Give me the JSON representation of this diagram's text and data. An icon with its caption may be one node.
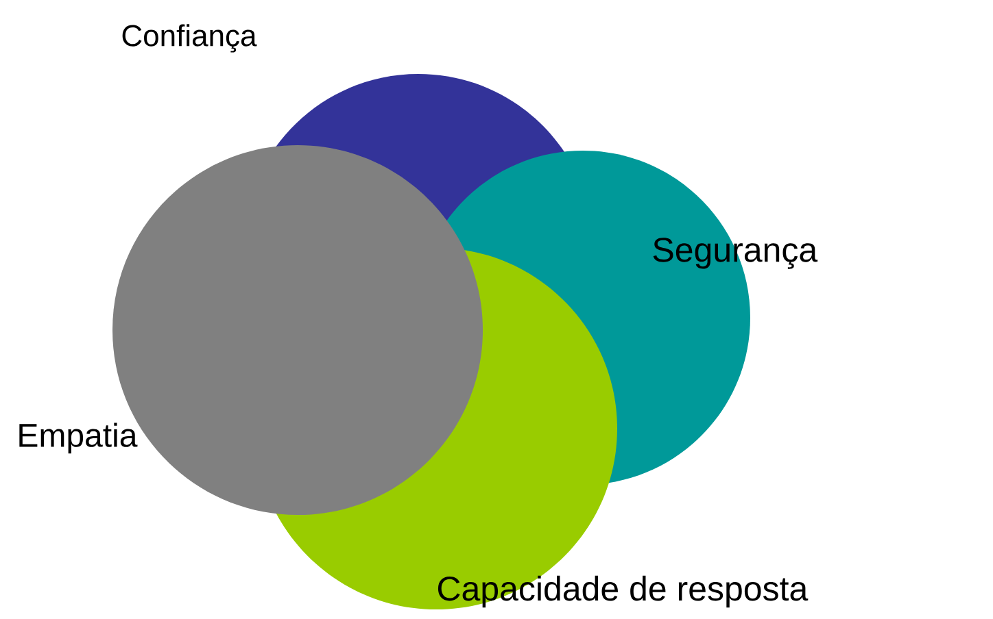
{
  "diagram": {
    "nodes": [
      {
        "text": [
          "Confiança"
        ]
      },
      {
        "text": [
          "Segurança"
        ]
      },
      {
        "text": [
          "Capacidade de resposta"
        ]
      },
      {
        "text": [
          "Empatia"
        ]
      }
    ]
  }
}
